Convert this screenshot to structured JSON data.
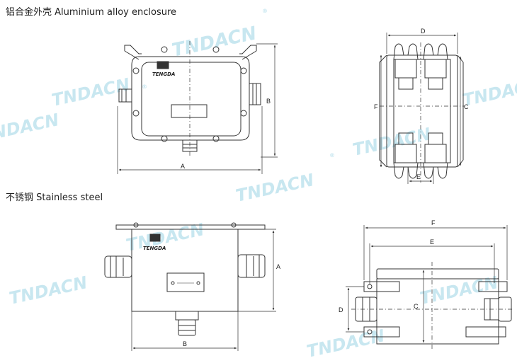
{
  "headings": {
    "aluminium": "铝合金外壳 Aluminium alloy enclosure",
    "stainless": "不锈钢 Stainless steel"
  },
  "brand": "TENGDA",
  "watermark": {
    "text": "TNDACN",
    "mark": "®"
  },
  "dimensions": {
    "a": "A",
    "b": "B",
    "c": "C",
    "d": "D",
    "e": "E",
    "f": "F"
  },
  "colors": {
    "line": "#333333",
    "watermark": "#bfe3ee"
  }
}
